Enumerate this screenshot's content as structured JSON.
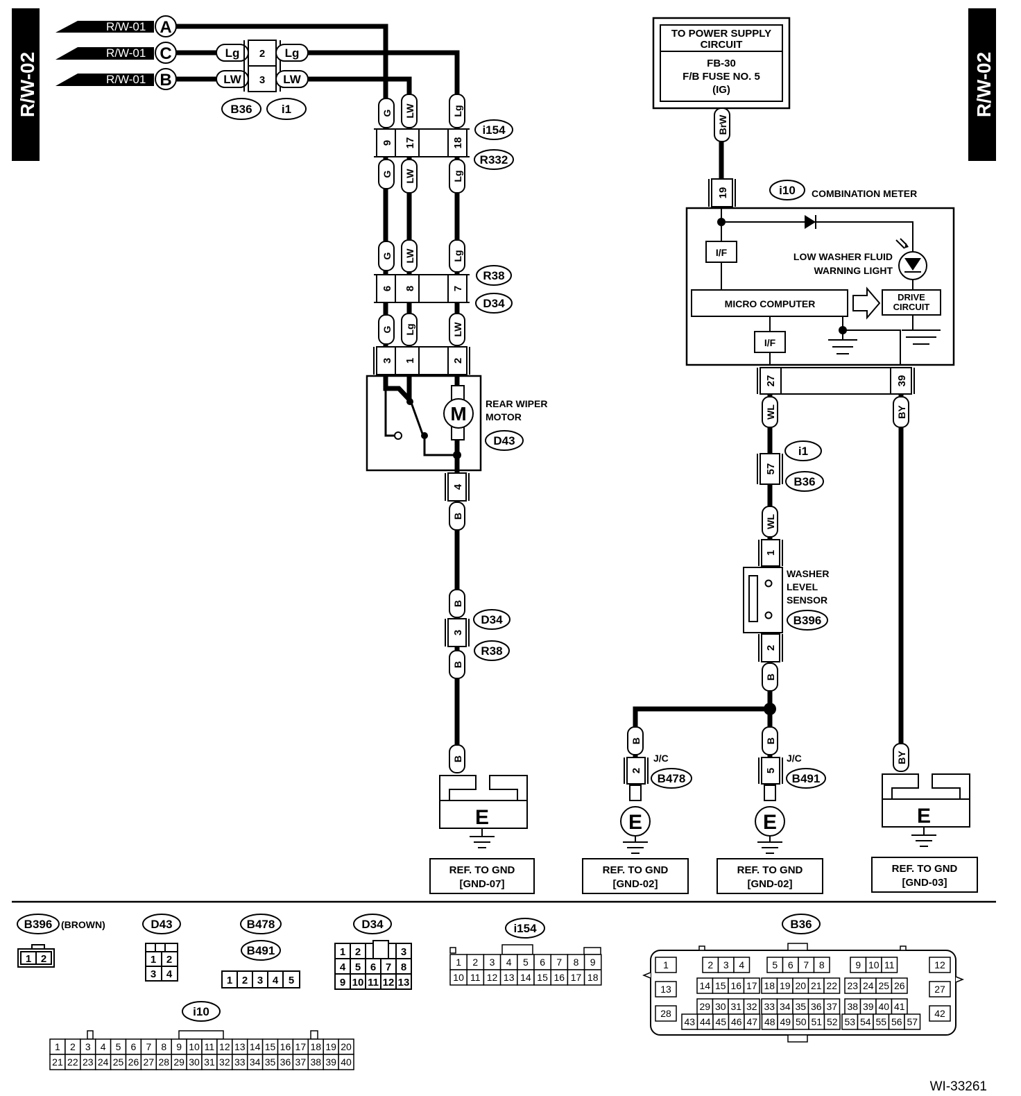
{
  "side_tag": "R/W-02",
  "figure_id": "WI-33261",
  "inputs": [
    {
      "label": "R/W-01",
      "letter": "A"
    },
    {
      "label": "R/W-01",
      "letter": "C"
    },
    {
      "label": "R/W-01",
      "letter": "B"
    }
  ],
  "b36_i1_block": {
    "pins": [
      "2",
      "3"
    ],
    "left_wires": [
      "Lg",
      "LW"
    ],
    "right_wires": [
      "Lg",
      "LW"
    ],
    "refs": [
      "B36",
      "i1"
    ]
  },
  "wire_codes": {
    "g": "G",
    "lw": "LW",
    "lg": "Lg",
    "b": "B",
    "brw": "BrW",
    "wl": "WL",
    "by": "BY"
  },
  "conn_i154": {
    "refs": [
      "i154",
      "R332"
    ],
    "pins": [
      "9",
      "17",
      "18"
    ]
  },
  "conn_r38": {
    "refs": [
      "R38",
      "D34"
    ],
    "pins": [
      "6",
      "8",
      "7"
    ]
  },
  "motor_conn": {
    "pins": [
      "3",
      "1",
      "2"
    ],
    "ground_pin": "4"
  },
  "rear_wiper": {
    "label_1": "REAR WIPER",
    "label_2": "MOTOR",
    "ref": "D43",
    "symbol": "M"
  },
  "gnd_conn": {
    "pin": "3",
    "refs": [
      "D34",
      "R38"
    ]
  },
  "power": {
    "line1": "TO POWER SUPPLY",
    "line2": "CIRCUIT",
    "line3": "FB-30",
    "line4": "F/B FUSE NO. 5",
    "line5": "(IG)"
  },
  "meter": {
    "ref": "i10",
    "title": "COMBINATION METER",
    "pin_in": "19",
    "if_label": "I/F",
    "micro": "MICRO COMPUTER",
    "lamp_1": "LOW WASHER FLUID",
    "lamp_2": "WARNING LIGHT",
    "drive_1": "DRIVE",
    "drive_2": "CIRCUIT",
    "pin_out1": "27",
    "pin_out2": "39"
  },
  "i1_b36": {
    "refs": [
      "i1",
      "B36"
    ],
    "pin": "57"
  },
  "washer": {
    "label_1": "WASHER",
    "label_2": "LEVEL",
    "label_3": "SENSOR",
    "ref": "B396",
    "pin_top": "1",
    "pin_bottom": "2"
  },
  "jc1": {
    "label": "J/C",
    "ref": "B478",
    "pin": "2"
  },
  "jc2": {
    "label": "J/C",
    "ref": "B491",
    "pin": "5"
  },
  "ground_symbol": "E",
  "grounds": [
    {
      "line1": "REF. TO GND",
      "line2": "[GND-07]"
    },
    {
      "line1": "REF. TO GND",
      "line2": "[GND-02]"
    },
    {
      "line1": "REF. TO GND",
      "line2": "[GND-02]"
    },
    {
      "line1": "REF. TO GND",
      "line2": "[GND-03]"
    }
  ],
  "legend": {
    "b396": {
      "ref": "B396",
      "note": "(BROWN)",
      "pins": [
        "1",
        "2"
      ]
    },
    "d43": {
      "ref": "D43",
      "pins": [
        "1",
        "2",
        "3",
        "4"
      ]
    },
    "b478_b491": {
      "refs": [
        "B478",
        "B491"
      ],
      "pins": [
        "1",
        "2",
        "3",
        "4",
        "5"
      ]
    },
    "d34": {
      "ref": "D34",
      "rows": [
        [
          "1",
          "2",
          "",
          "3"
        ],
        [
          "4",
          "5",
          "6",
          "7",
          "8"
        ],
        [
          "9",
          "10",
          "11",
          "12",
          "13"
        ]
      ]
    },
    "i154": {
      "ref": "i154",
      "rows": [
        [
          "1",
          "2",
          "3",
          "4",
          "5",
          "6",
          "7",
          "8",
          "9"
        ],
        [
          "10",
          "11",
          "12",
          "13",
          "14",
          "15",
          "16",
          "17",
          "18"
        ]
      ]
    },
    "i10": {
      "ref": "i10"
    },
    "b36": {
      "ref": "B36"
    }
  }
}
